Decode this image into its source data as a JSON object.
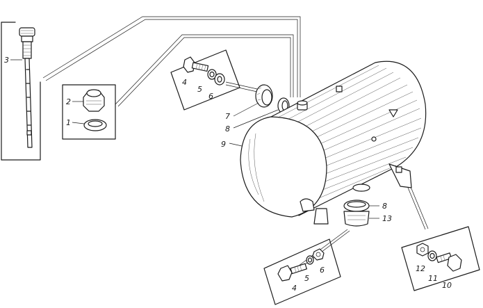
{
  "callouts": {
    "dipstick": "3",
    "filler_cap": "2",
    "cap_gasket": "1",
    "bolt_upper": "4",
    "lock_washer_upper": "5",
    "washer_upper": "6",
    "flange_ring": "7",
    "gasket_upper": "8",
    "tank": "9",
    "gasket_lower": "8",
    "strainer_ring": "13",
    "bolt_lower": "4",
    "lock_washer_lower": "5",
    "washer_lower": "6",
    "nut_bracket": "12",
    "lock_washer_bracket": "11",
    "bolt_bracket": "10"
  }
}
